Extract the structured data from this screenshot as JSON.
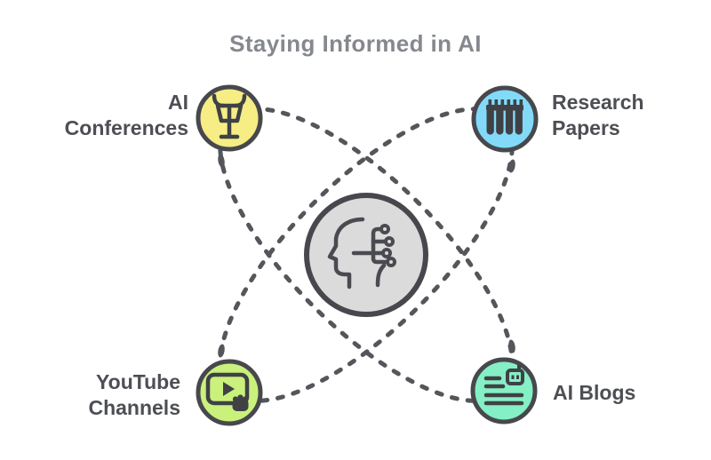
{
  "title": "Staying Informed in AI",
  "theme": {
    "background": "#FFFFFF",
    "title_color": "#85888D",
    "label_color": "#4D4F54",
    "circle_border_color": "#47484D",
    "dash_color": "#55565B",
    "icon_color": "#3F4145",
    "center_fill": "#DBDBDC"
  },
  "center_node": {
    "icon": "head-circuit-icon"
  },
  "nodes": [
    {
      "id": "ai-conferences",
      "label_lines": [
        "AI",
        "Conferences"
      ],
      "color": "#F6ED84",
      "icon": "podium-icon",
      "position": "top-left"
    },
    {
      "id": "research-papers",
      "label_lines": [
        "Research",
        "Papers"
      ],
      "color": "#82DAF8",
      "icon": "papers-icon",
      "position": "top-right"
    },
    {
      "id": "youtube-channels",
      "label_lines": [
        "YouTube",
        "Channels"
      ],
      "color": "#C9F17C",
      "icon": "video-player-icon",
      "position": "bottom-left"
    },
    {
      "id": "ai-blogs",
      "label_lines": [
        "AI Blogs"
      ],
      "color": "#85EFC5",
      "icon": "blog-robot-icon",
      "position": "bottom-right"
    }
  ]
}
